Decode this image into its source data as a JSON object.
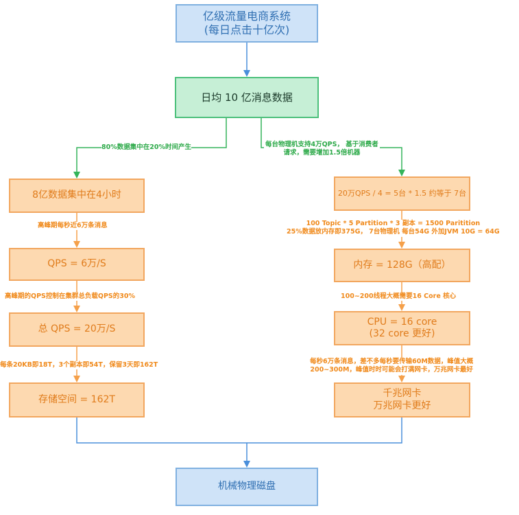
{
  "top_box": {
    "line1": "亿级流量电商系统",
    "line2": "(每日点击十亿次)"
  },
  "green_box": {
    "text": "日均 10 亿消息数据"
  },
  "left_branch_label": "80%数据集中在20%时间产生",
  "right_branch_label": {
    "line1": "每台物理机支持4万QPS， 基于消费者",
    "line2": "请求，需要增加1.5倍机器"
  },
  "left": {
    "box1": "8亿数据集中在4小时",
    "label1": "高峰期每秒近6万条消息",
    "box2": "QPS = 6万/S",
    "label2": "高峰期的QPS控制在集群总负载QPS的30%",
    "box3": "总 QPS = 20万/S",
    "label3": "每条20KB即18T，3个副本即54T，保留3天即162T",
    "box4": "存储空间 = 162T"
  },
  "right": {
    "box1": "20万QPS / 4 = 5台 * 1.5 约等于 7台",
    "label1": {
      "line1": "100 Topic * 5 Partition * 3 副本 = 1500 Paritition",
      "line2": "25%数据放内存即375G，  7台物理机 每台54G 外加JVM 10G = 64G"
    },
    "box2": "内存 = 128G（高配）",
    "label2": "100~200线程大概需要16 Core 核心",
    "box3": {
      "line1": "CPU = 16 core",
      "line2": "(32 core 更好)"
    },
    "label3": {
      "line1": "每秒6万条消息，差不多每秒要传输60M数据，峰值大概",
      "line2": "200~300M，峰值时时可能会打满网卡，万兆网卡最好"
    },
    "box4": {
      "line1": "千兆网卡",
      "line2": "万兆网卡更好"
    }
  },
  "bottom_box": {
    "text": "机械物理磁盘"
  },
  "colors": {
    "blue_line": "#4a8fdb",
    "green_line": "#34b45a",
    "orange_line": "#f5a04a"
  }
}
